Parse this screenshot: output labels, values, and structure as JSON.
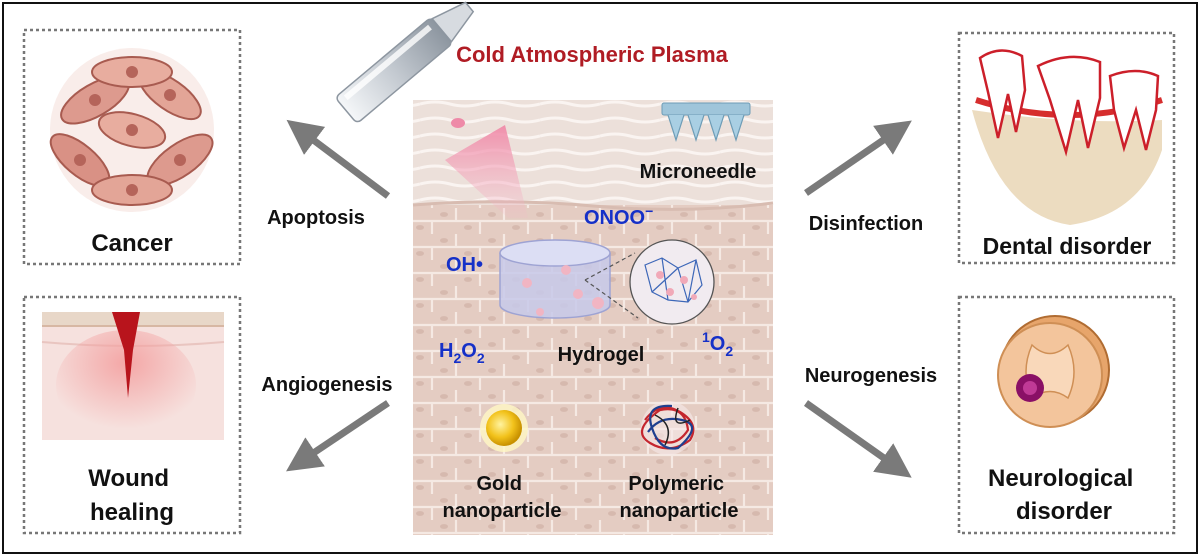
{
  "center": {
    "title": "Cold Atmospheric Plasma",
    "microneedle": "Microneedle",
    "hydrogel": "Hydrogel",
    "ros": {
      "oh_main": "OH",
      "oh_dot": "•",
      "onoo_main": "ONOO",
      "onoo_sup": "−",
      "h2o2_h": "H",
      "h2o2_sub1": "2",
      "h2o2_o": "O",
      "h2o2_sub2": "2",
      "singlet_sup": "1",
      "singlet_o": "O",
      "singlet_sub": "2"
    },
    "gold_line1": "Gold",
    "gold_line2": "nanoparticle",
    "poly_line1": "Polymeric",
    "poly_line2": "nanoparticle"
  },
  "outcomes": {
    "cancer": {
      "label": "Cancer",
      "process": "Apoptosis"
    },
    "wound": {
      "label_line1": "Wound",
      "label_line2": "healing",
      "process": "Angiogenesis"
    },
    "dental": {
      "label": "Dental disorder",
      "process": "Disinfection"
    },
    "neuro": {
      "label_line1": "Neurological",
      "label_line2": "disorder",
      "process": "Neurogenesis"
    }
  },
  "colors": {
    "title_red": "#b01c24",
    "ros_blue": "#1530c8",
    "arrow_gray": "#7a7a7a",
    "tissue": "#e6cfc6",
    "box_border": "#777777"
  },
  "icons": [
    "plasma-jet-icon",
    "microneedle-icon",
    "hydrogel-icon",
    "gold-nanoparticle-icon",
    "polymeric-nanoparticle-icon",
    "cancer-cells-icon",
    "wound-icon",
    "teeth-icon",
    "spinal-cord-icon"
  ]
}
